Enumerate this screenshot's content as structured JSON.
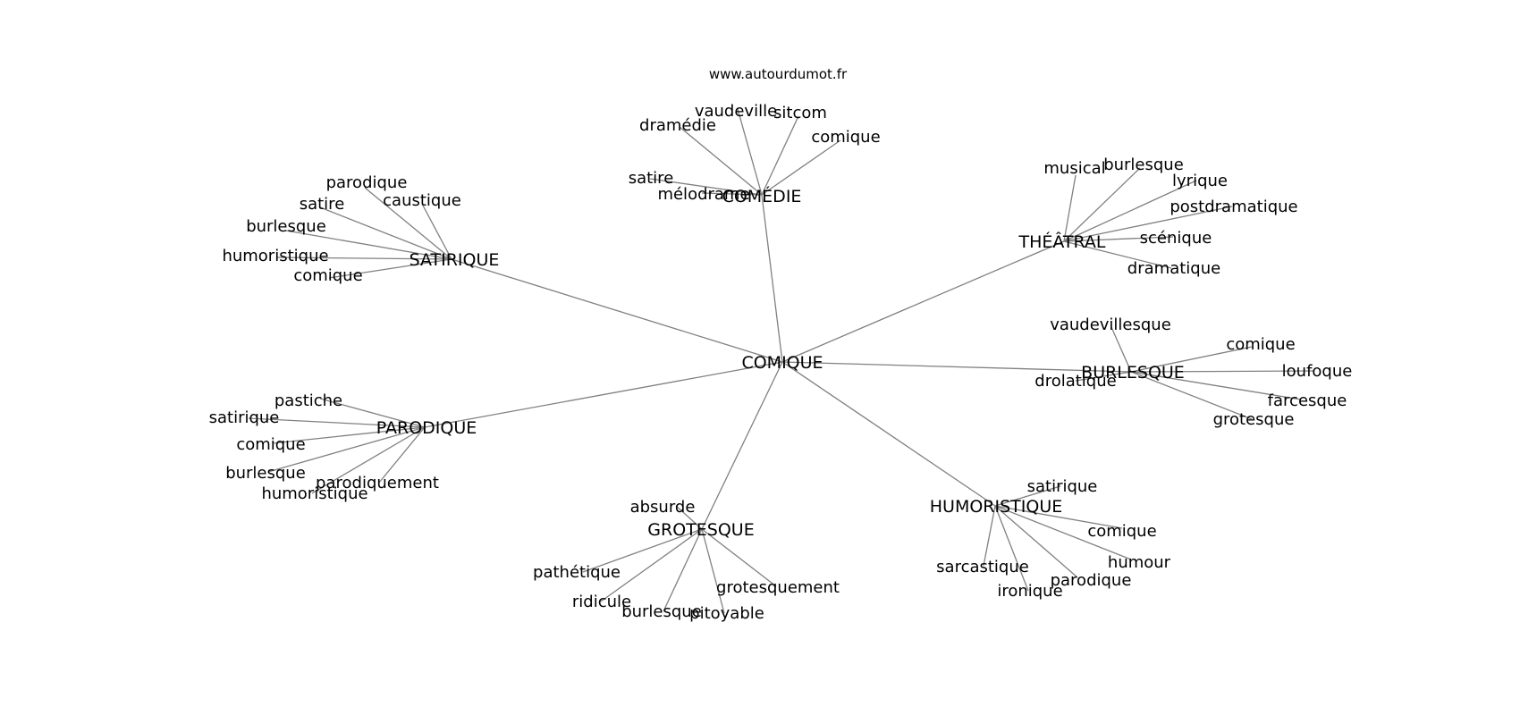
{
  "site_url": "www.autourdumot.fr",
  "root": "COMIQUE",
  "hubs": [
    {
      "label": "COMÉDIE",
      "leaves": [
        "dramédie",
        "vaudeville",
        "sitcom",
        "comique",
        "satire",
        "mélodrame"
      ]
    },
    {
      "label": "THÉÂTRAL",
      "leaves": [
        "musical",
        "burlesque",
        "lyrique",
        "postdramatique",
        "scénique",
        "dramatique"
      ]
    },
    {
      "label": "SATIRIQUE",
      "leaves": [
        "parodique",
        "satire",
        "caustique",
        "burlesque",
        "humoristique",
        "comique"
      ]
    },
    {
      "label": "BURLESQUE",
      "leaves": [
        "vaudevillesque",
        "comique",
        "loufoque",
        "drolatique",
        "farcesque",
        "grotesque"
      ]
    },
    {
      "label": "PARODIQUE",
      "leaves": [
        "pastiche",
        "satirique",
        "comique",
        "burlesque",
        "parodiquement",
        "humoristique"
      ]
    },
    {
      "label": "GROTESQUE",
      "leaves": [
        "absurde",
        "pathétique",
        "ridicule",
        "burlesque",
        "pitoyable",
        "grotesquement"
      ]
    },
    {
      "label": "HUMORISTIQUE",
      "leaves": [
        "satirique",
        "comique",
        "humour",
        "parodique",
        "sarcastique",
        "ironique"
      ]
    }
  ]
}
